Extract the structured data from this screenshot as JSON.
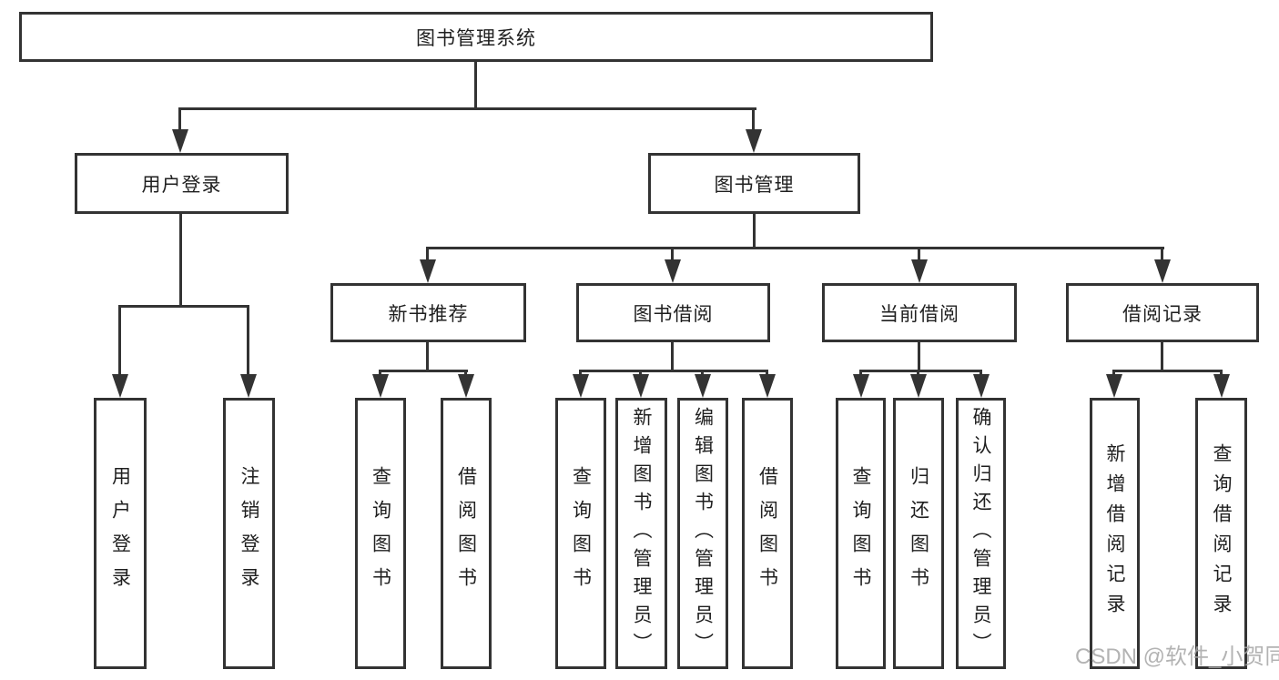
{
  "title": "图书管理系统",
  "watermark": "CSDN @软件_小贺同学",
  "branches": {
    "user": {
      "label": "用户登录",
      "children": [
        "用户登录",
        "注销登录"
      ]
    },
    "manage": {
      "label": "图书管理",
      "sections": [
        {
          "label": "新书推荐",
          "children": [
            "查询图书",
            "借阅图书"
          ]
        },
        {
          "label": "图书借阅",
          "children": [
            "查询图书",
            "新增图书（管理员）",
            "编辑图书（管理员）",
            "借阅图书"
          ]
        },
        {
          "label": "当前借阅",
          "children": [
            "查询图书",
            "归还图书",
            "确认归还（管理员）"
          ]
        },
        {
          "label": "借阅记录",
          "children": [
            "新增借阅记录",
            "查询借阅记录"
          ]
        }
      ]
    }
  },
  "colors": {
    "line": "#333333",
    "text": "#1f1f1f",
    "watermark": "#a6a6a6",
    "background": "#ffffff"
  }
}
